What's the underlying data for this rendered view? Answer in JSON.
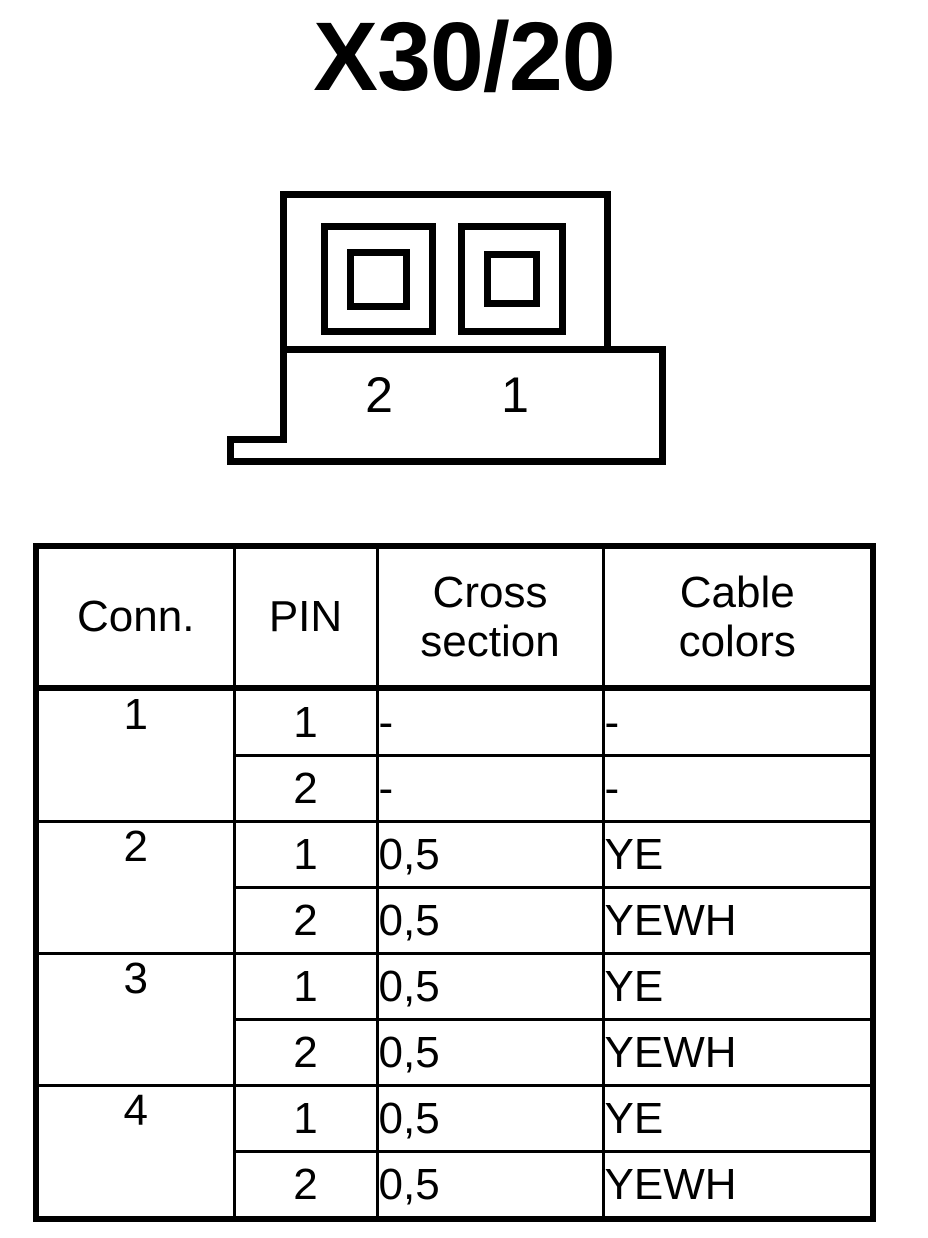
{
  "title": "X30/20",
  "connector": {
    "name": "connector-x30-20",
    "pin_labels": [
      "2",
      "1"
    ],
    "slots": [
      {
        "id": "pin-slot-2",
        "label": "2"
      },
      {
        "id": "pin-slot-1",
        "label": "1"
      }
    ],
    "latch_tab": "latch-tab"
  },
  "table": {
    "headers": {
      "conn": "Conn.",
      "pin": "PIN",
      "cross_section_line1": "Cross",
      "cross_section_line2": "section",
      "cable_colors_line1": "Cable",
      "cable_colors_line2": "colors"
    },
    "groups": [
      {
        "conn": "1",
        "rows": [
          {
            "pin": "1",
            "cross_section": "-",
            "cable_color": "-"
          },
          {
            "pin": "2",
            "cross_section": "-",
            "cable_color": "-"
          }
        ]
      },
      {
        "conn": "2",
        "rows": [
          {
            "pin": "1",
            "cross_section": "0,5",
            "cable_color": "YE"
          },
          {
            "pin": "2",
            "cross_section": "0,5",
            "cable_color": "YEWH"
          }
        ]
      },
      {
        "conn": "3",
        "rows": [
          {
            "pin": "1",
            "cross_section": "0,5",
            "cable_color": "YE"
          },
          {
            "pin": "2",
            "cross_section": "0,5",
            "cable_color": "YEWH"
          }
        ]
      },
      {
        "conn": "4",
        "rows": [
          {
            "pin": "1",
            "cross_section": "0,5",
            "cable_color": "YE"
          },
          {
            "pin": "2",
            "cross_section": "0,5",
            "cable_color": "YEWH"
          }
        ]
      }
    ]
  },
  "colors": {
    "ink": "#000000",
    "background": "#ffffff"
  }
}
